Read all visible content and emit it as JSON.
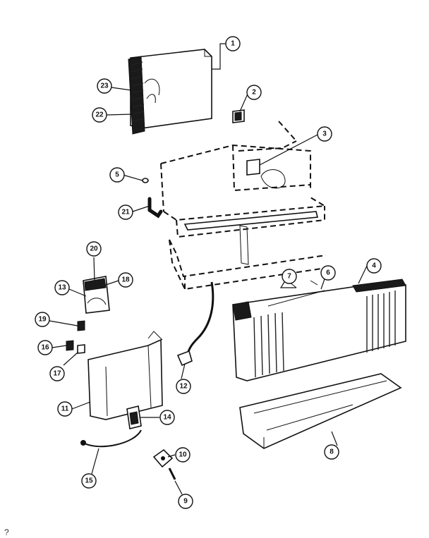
{
  "callouts": [
    "1",
    "2",
    "3",
    "4",
    "5",
    "6",
    "7",
    "8",
    "9",
    "10",
    "11",
    "12",
    "13",
    "14",
    "15",
    "16",
    "17",
    "18",
    "19",
    "20",
    "21",
    "22",
    "23"
  ],
  "corner_mark": "?",
  "colors": {
    "ink": "#111111",
    "paper": "#ffffff"
  }
}
